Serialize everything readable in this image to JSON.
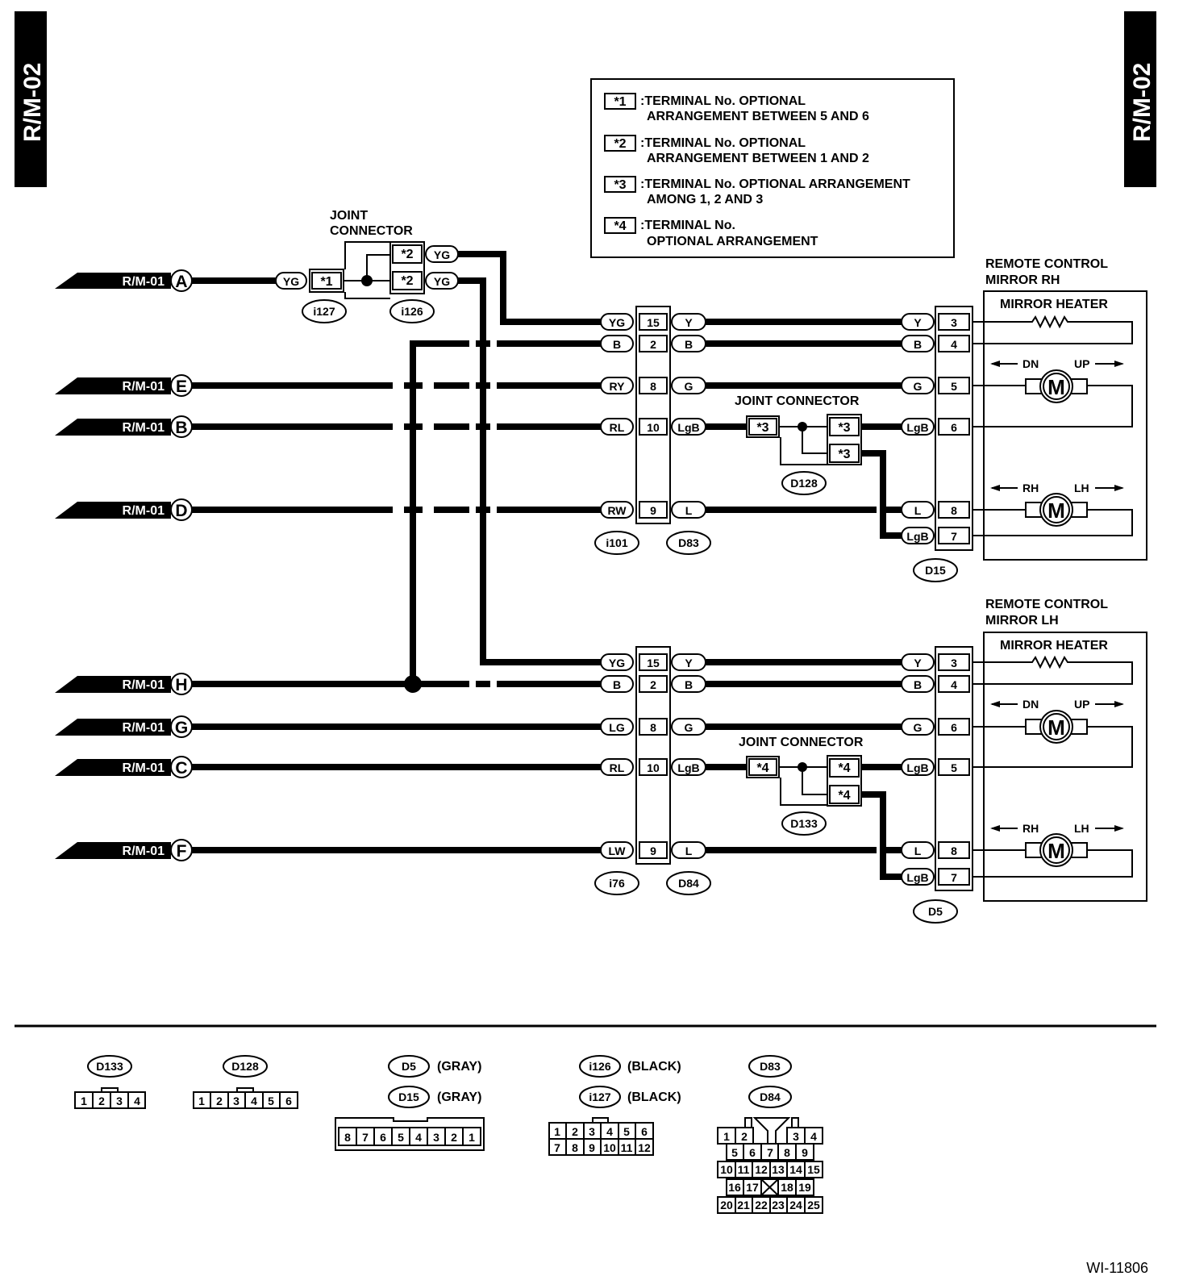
{
  "page": {
    "tab_left": "R/M-02",
    "tab_right": "R/M-02",
    "figure_id": "WI-11806"
  },
  "legend": {
    "items": [
      {
        "key": "*1",
        "line1": ":TERMINAL No. OPTIONAL",
        "line2": "ARRANGEMENT BETWEEN 5 AND 6"
      },
      {
        "key": "*2",
        "line1": ":TERMINAL No. OPTIONAL",
        "line2": "ARRANGEMENT BETWEEN 1 AND 2"
      },
      {
        "key": "*3",
        "line1": ":TERMINAL No. OPTIONAL ARRANGEMENT",
        "line2": "AMONG 1, 2 AND 3"
      },
      {
        "key": "*4",
        "line1": ":TERMINAL No.",
        "line2": "OPTIONAL ARRANGEMENT"
      }
    ]
  },
  "sources": [
    {
      "ref": "R/M-01",
      "letter": "A"
    },
    {
      "ref": "R/M-01",
      "letter": "E"
    },
    {
      "ref": "R/M-01",
      "letter": "B"
    },
    {
      "ref": "R/M-01",
      "letter": "D"
    },
    {
      "ref": "R/M-01",
      "letter": "H"
    },
    {
      "ref": "R/M-01",
      "letter": "G"
    },
    {
      "ref": "R/M-01",
      "letter": "C"
    },
    {
      "ref": "R/M-01",
      "letter": "F"
    }
  ],
  "joint_top": {
    "title1": "JOINT",
    "title2": "CONNECTOR",
    "in_color": "YG",
    "in_key": "*1",
    "out_key_1": "*2",
    "out_key_2": "*2",
    "out_color_1": "YG",
    "out_color_2": "YG",
    "conn_in": "i127",
    "conn_out": "i126"
  },
  "rh": {
    "title1": "REMOTE CONTROL",
    "title2": "MIRROR RH",
    "heater": "MIRROR HEATER",
    "dn": "DN",
    "up": "UP",
    "rh": "RH",
    "lh": "LH",
    "motor": "M",
    "left_colors": [
      "YG",
      "B",
      "RY",
      "RL",
      "RW"
    ],
    "mid_pins": [
      "15",
      "2",
      "8",
      "10",
      "9"
    ],
    "mid_colors": [
      "Y",
      "B",
      "G",
      "LgB",
      "L"
    ],
    "right_colors": [
      "Y",
      "B",
      "G",
      "LgB",
      "L",
      "LgB"
    ],
    "right_pins": [
      "3",
      "4",
      "5",
      "6",
      "8",
      "7"
    ],
    "joint_title": "JOINT CONNECTOR",
    "joint_key": "*3",
    "conn_left": "i101",
    "conn_mid": "D83",
    "conn_joint": "D128",
    "conn_right": "D15"
  },
  "lh": {
    "title1": "REMOTE CONTROL",
    "title2": "MIRROR LH",
    "heater": "MIRROR HEATER",
    "dn": "DN",
    "up": "UP",
    "rh": "RH",
    "lh": "LH",
    "motor": "M",
    "left_colors": [
      "YG",
      "B",
      "LG",
      "RL",
      "LW"
    ],
    "mid_pins": [
      "15",
      "2",
      "8",
      "10",
      "9"
    ],
    "mid_colors": [
      "Y",
      "B",
      "G",
      "LgB",
      "L"
    ],
    "right_colors": [
      "Y",
      "B",
      "G",
      "LgB",
      "L",
      "LgB"
    ],
    "right_pins": [
      "3",
      "4",
      "6",
      "5",
      "8",
      "7"
    ],
    "joint_title": "JOINT CONNECTOR",
    "joint_key": "*4",
    "conn_left": "i76",
    "conn_mid": "D84",
    "conn_joint": "D133",
    "conn_right": "D5"
  },
  "footer": {
    "d133": {
      "id": "D133",
      "pins": [
        "1",
        "2",
        "3",
        "4"
      ]
    },
    "d128": {
      "id": "D128",
      "pins": [
        "1",
        "2",
        "3",
        "4",
        "5",
        "6"
      ]
    },
    "d5": {
      "id": "D5",
      "color": "(GRAY)"
    },
    "d15": {
      "id": "D15",
      "color": "(GRAY)",
      "pins": [
        "8",
        "7",
        "6",
        "5",
        "4",
        "3",
        "2",
        "1"
      ]
    },
    "i126": {
      "id": "i126",
      "color": "(BLACK)"
    },
    "i127": {
      "id": "i127",
      "color": "(BLACK)",
      "row1": [
        "1",
        "2",
        "3",
        "4",
        "5",
        "6"
      ],
      "row2": [
        "7",
        "8",
        "9",
        "10",
        "11",
        "12"
      ]
    },
    "d83": {
      "id": "D83"
    },
    "d84": {
      "id": "D84",
      "row1": [
        "1",
        "2",
        "3",
        "4"
      ],
      "row2": [
        "5",
        "6",
        "7",
        "8",
        "9"
      ],
      "row3": [
        "10",
        "11",
        "12",
        "13",
        "14",
        "15"
      ],
      "row4": [
        "16",
        "17",
        "18",
        "19"
      ],
      "row5": [
        "20",
        "21",
        "22",
        "23",
        "24",
        "25"
      ]
    }
  }
}
